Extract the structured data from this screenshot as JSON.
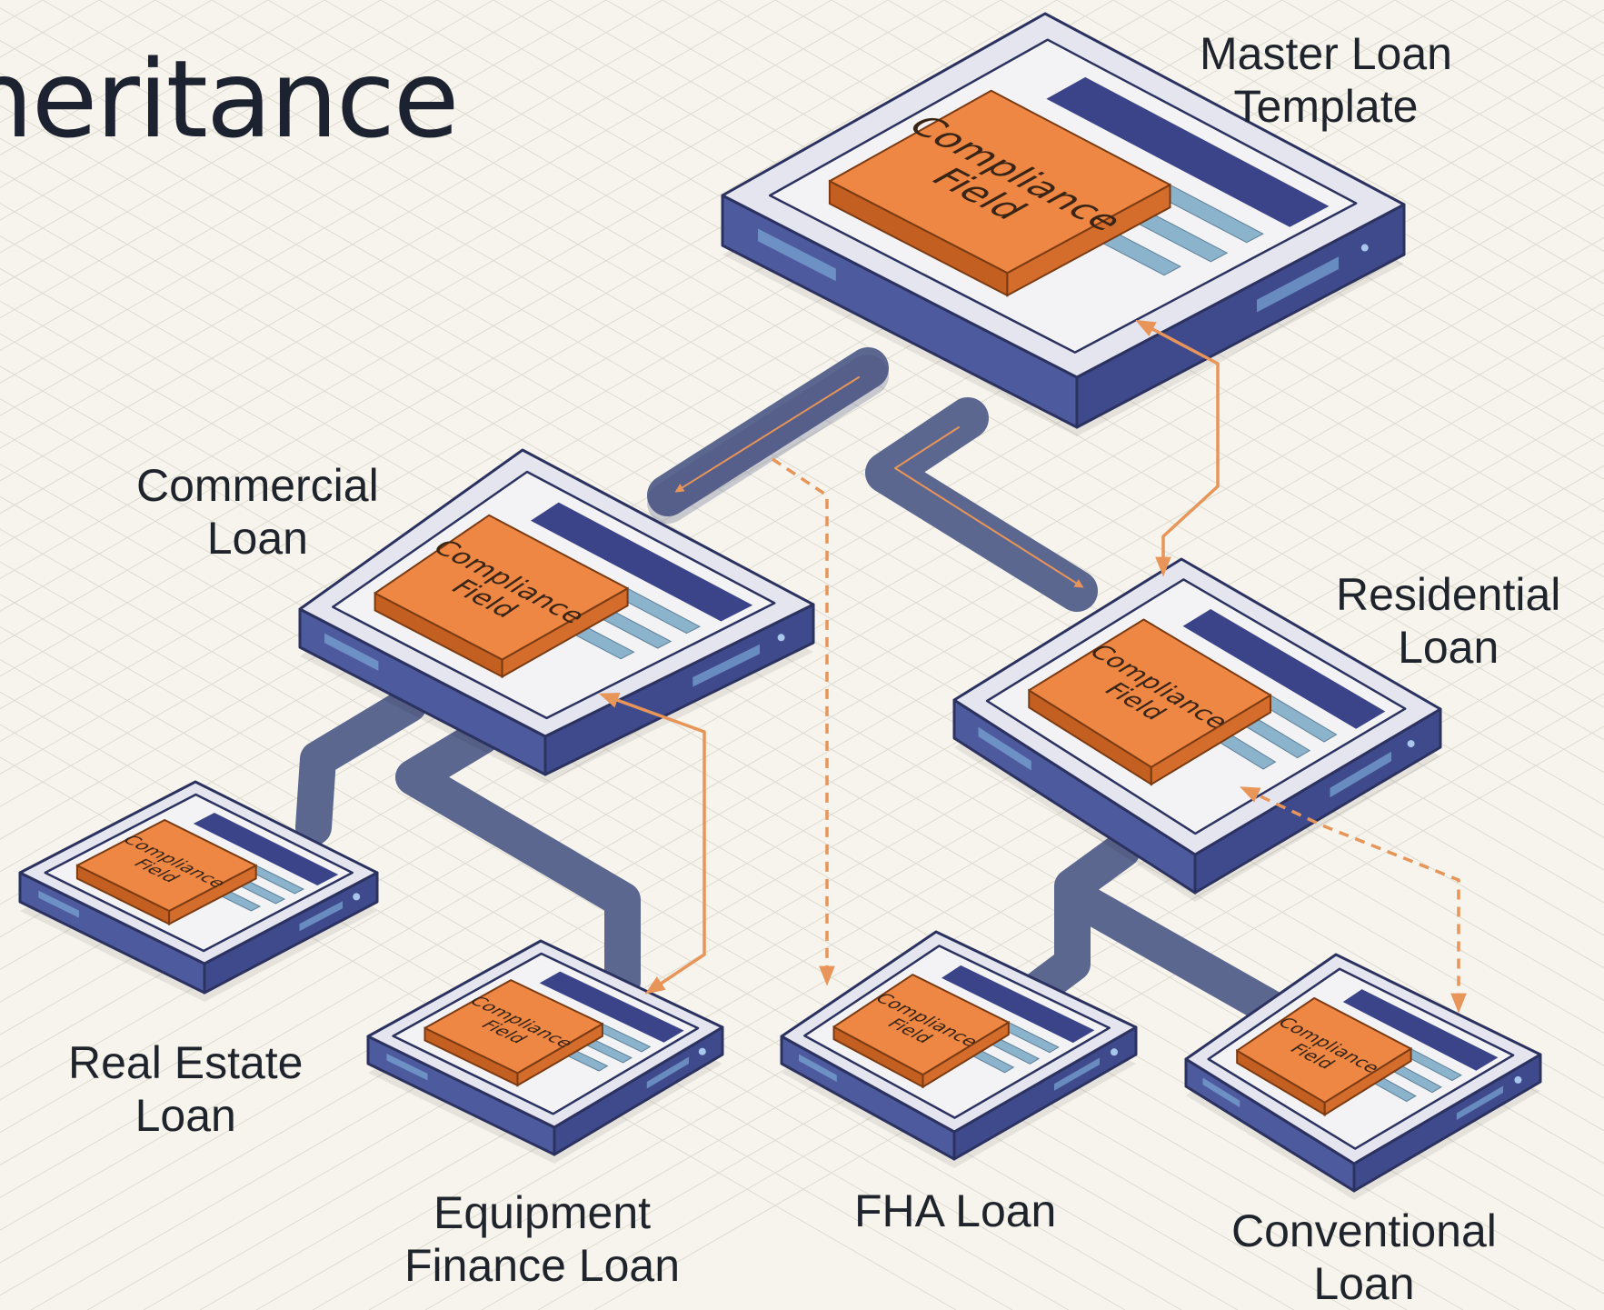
{
  "title": "heritance",
  "field_label": {
    "line1": "Compliance",
    "line2": "Field"
  },
  "nodes": {
    "master": {
      "line1": "Master Loan",
      "line2": "Template"
    },
    "commercial": {
      "line1": "Commercial",
      "line2": "Loan"
    },
    "residential": {
      "line1": "Residential",
      "line2": "Loan"
    },
    "realestate": {
      "line1": "Real Estate",
      "line2": "Loan"
    },
    "equipment": {
      "line1": "Equipment",
      "line2": "Finance Loan"
    },
    "fha": {
      "line1": "FHA Loan",
      "line2": ""
    },
    "conventional": {
      "line1": "Conventional",
      "line2": "Loan"
    }
  },
  "colors": {
    "background": "#f6f4ec",
    "device_body": "#4e5a9e",
    "device_top": "#f3f3f6",
    "screen_bar": "#3b4488",
    "text_line": "#8cb3cc",
    "compliance_field": "#ee8744",
    "connector": "#5c6790",
    "arrow": "#e8955a"
  }
}
